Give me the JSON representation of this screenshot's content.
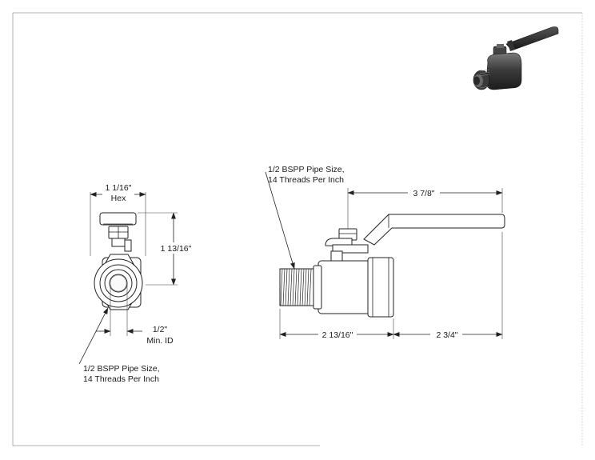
{
  "front_view": {
    "hex_dim": "1 1/16\"",
    "hex_label": "Hex",
    "height_dim": "1 13/16\"",
    "id_dim": "1/2\"",
    "id_label": "Min. ID",
    "thread_note_line1": "1/2 BSPP Pipe Size,",
    "thread_note_line2": "14 Threads Per Inch"
  },
  "side_view": {
    "thread_note_line1": "1/2 BSPP Pipe Size,",
    "thread_note_line2": "14 Threads Per Inch",
    "handle_dim": "3 7/8\"",
    "left_length_dim": "2 13/16\"",
    "right_length_dim": "2 3/4\""
  },
  "colors": {
    "line": "#222222",
    "valve_body_3d": "#3a3a3a",
    "handle_3d": "#1e1e1e"
  }
}
